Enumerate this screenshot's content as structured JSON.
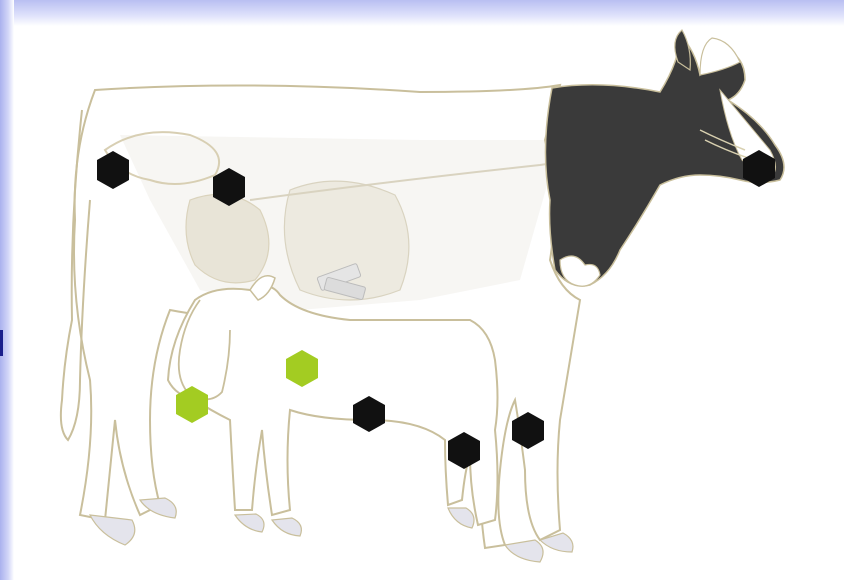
{
  "slide": {
    "background_accent": "#b9bff2",
    "marker_colors": {
      "black": "#111111",
      "green": "#a3cc22"
    },
    "animal_outline_color": "#c9bf9c",
    "head_fill_color": "#3a3a3a"
  },
  "markers": {
    "black": [
      "marker-rump",
      "marker-abdomen",
      "marker-muzzle",
      "marker-calf-belly",
      "marker-calf-hock",
      "marker-cow-foreleg"
    ],
    "green": [
      "marker-calf-flank",
      "marker-calf-chest"
    ]
  }
}
